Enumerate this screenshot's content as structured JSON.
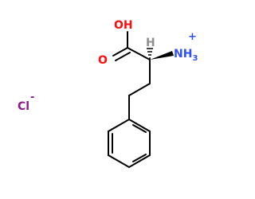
{
  "molecule": {
    "atoms": {
      "hydroxyl": "OH",
      "carbonyl_o": "O",
      "stereo_h": "H",
      "amine_n": "NH",
      "amine_sub": "3",
      "amine_charge": "+",
      "chloride": "Cl",
      "chloride_charge": "-"
    },
    "colors": {
      "bond": "#000000",
      "oxygen": "#ff0d0d",
      "nitrogen": "#3050f8",
      "chlorine": "#8b1a8b",
      "hydrogen": "#909090"
    }
  }
}
